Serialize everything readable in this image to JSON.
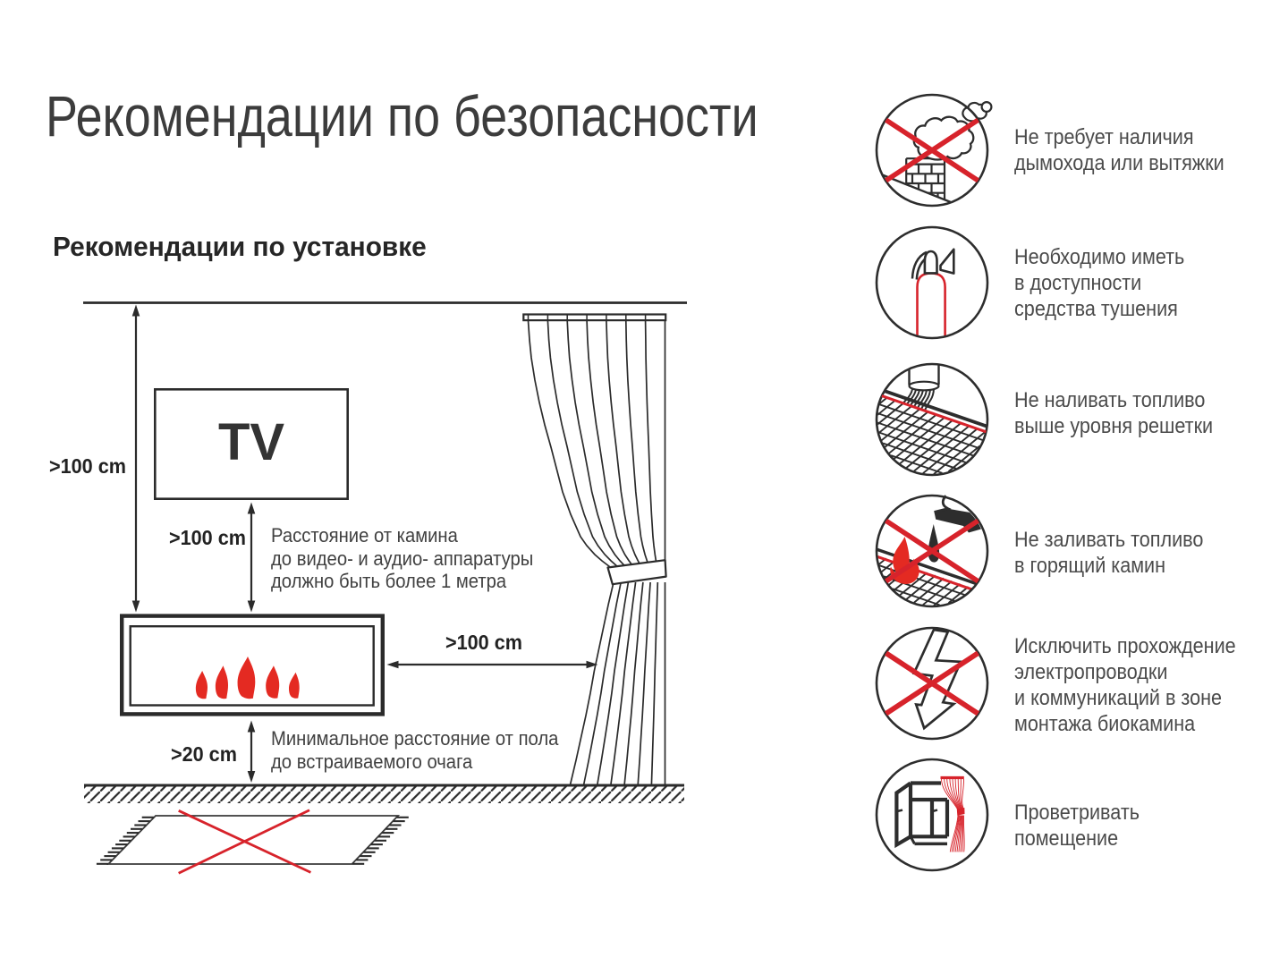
{
  "title": "Рекомендации по безопасности",
  "installation": {
    "subtitle": "Рекомендации по установке",
    "diagram": {
      "tv_label": "TV",
      "dim_ceiling_to_fireplace": ">100 cm",
      "dim_tv_to_fireplace": ">100 cm",
      "dim_fireplace_to_curtain": ">100 cm",
      "dim_fireplace_to_floor": ">20 cm",
      "note_tv": {
        "lines": [
          "Расстояние от камина",
          "до видео- и аудио- аппаратуры",
          "должно быть более 1 метра"
        ]
      },
      "note_floor": {
        "lines": [
          "Минимальное расстояние от пола",
          "до встраиваемого очага"
        ]
      }
    }
  },
  "safety_items": [
    {
      "icon": "no-chimney-icon",
      "lines": [
        "Не требует наличия",
        "дымохода или вытяжки"
      ]
    },
    {
      "icon": "fire-extinguisher-icon",
      "lines": [
        "Необходимо иметь",
        "в доступности",
        "средства тушения"
      ]
    },
    {
      "icon": "fuel-level-icon",
      "lines": [
        "Не наливать топливо",
        "выше уровня решетки"
      ]
    },
    {
      "icon": "no-refill-burning-icon",
      "lines": [
        "Не заливать топливо",
        "в горящий камин"
      ]
    },
    {
      "icon": "no-wiring-icon",
      "lines": [
        "Исключить прохождение",
        "электропроводки",
        "и коммуникаций в зоне",
        "монтажа биокамина"
      ]
    },
    {
      "icon": "ventilate-icon",
      "lines": [
        "Проветривать",
        "помещение"
      ]
    }
  ],
  "colors": {
    "accent_red": "#d7232b",
    "flame_red": "#e42a22",
    "line_dark": "#2b2b2b",
    "text_gray": "#4b4b4b"
  }
}
